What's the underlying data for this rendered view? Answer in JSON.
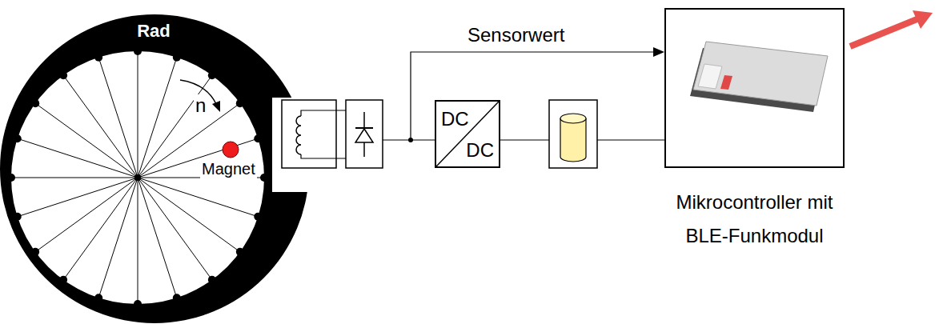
{
  "diagram": {
    "nodes": [
      {
        "text": [
          "Rad"
        ]
      },
      {
        "text": [
          "DC",
          "DC"
        ]
      },
      {
        "text": [
          "Mikrocontroller mit BLE-Funkmodul"
        ]
      }
    ],
    "labels": [
      "Magnet",
      "n",
      "Sensorwert"
    ]
  }
}
